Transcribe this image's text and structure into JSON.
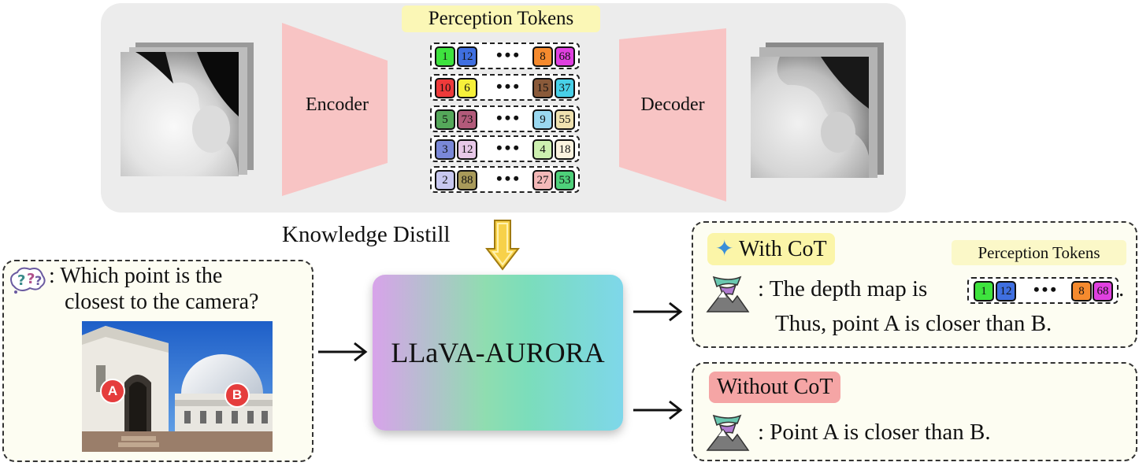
{
  "encoder_decoder": {
    "title": "Perception Tokens",
    "encoder_label": "Encoder",
    "decoder_label": "Decoder",
    "token_rows": [
      {
        "first": "1",
        "second": "12",
        "third": "8",
        "fourth": "68",
        "colors": [
          "#3ee33e",
          "#3f6fe0",
          "#f58a2e",
          "#e040e0"
        ]
      },
      {
        "first": "10",
        "second": "6",
        "third": "15",
        "fourth": "37",
        "colors": [
          "#ee3a3a",
          "#f6f03a",
          "#8a5a3a",
          "#48d0e8"
        ]
      },
      {
        "first": "5",
        "second": "73",
        "third": "9",
        "fourth": "55",
        "colors": [
          "#55a85a",
          "#b25a7a",
          "#9ad8f0",
          "#f0e2b0"
        ]
      },
      {
        "first": "3",
        "second": "12",
        "third": "4",
        "fourth": "18",
        "colors": [
          "#7a88d8",
          "#e8c8e8",
          "#cdf0b0",
          "#fbf3df"
        ]
      },
      {
        "first": "2",
        "second": "88",
        "third": "27",
        "fourth": "53",
        "colors": [
          "#c8c8f0",
          "#a89a5a",
          "#f4b8b8",
          "#4ed07a"
        ]
      }
    ],
    "dots": "•••"
  },
  "distill": {
    "label": "Knowledge Distill"
  },
  "question": {
    "text_line1": ": Which point is the",
    "text_line2": "closest to the camera?",
    "point_a": "A",
    "point_b": "B"
  },
  "model": {
    "name": "LLaVA-AURORA"
  },
  "with_cot": {
    "chip": "With CoT",
    "tokens_chip": "Perception Tokens",
    "line1": ": The depth map is",
    "line1_end": ".",
    "line2": "Thus, point A is closer than B.",
    "tokens": {
      "first": "1",
      "second": "12",
      "third": "8",
      "fourth": "68"
    }
  },
  "without_cot": {
    "chip": "Without CoT",
    "answer": ": Point A is closer than B."
  },
  "colors": {
    "encoder_fill": "#f8c4c4",
    "cot_chip_yellow": "#fbf5a8",
    "no_cot_chip_red": "#f5a5a5",
    "arrow_yellow": "#f7d14a"
  }
}
